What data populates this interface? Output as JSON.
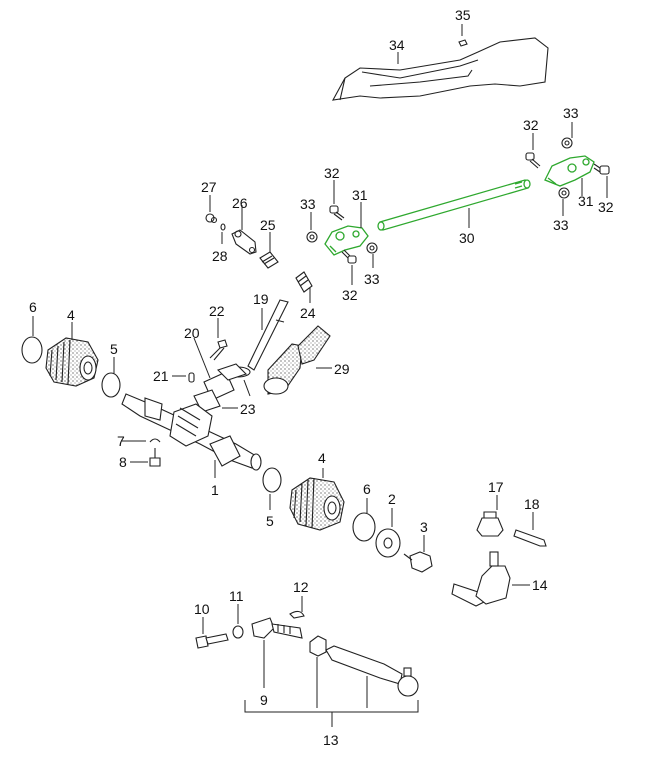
{
  "diagram": {
    "title": "Steering gear exploded parts diagram",
    "highlight_color": "#2ea82e",
    "line_color": "#222222",
    "highlighted_parts": [
      "30",
      "31"
    ],
    "callouts": [
      {
        "id": "c35",
        "number": "35"
      },
      {
        "id": "c34",
        "number": "34"
      },
      {
        "id": "c32a",
        "number": "32"
      },
      {
        "id": "c33a",
        "number": "33"
      },
      {
        "id": "c31a",
        "number": "31"
      },
      {
        "id": "c32b",
        "number": "32"
      },
      {
        "id": "c33b",
        "number": "33"
      },
      {
        "id": "c27",
        "number": "27"
      },
      {
        "id": "c26",
        "number": "26"
      },
      {
        "id": "c25",
        "number": "25"
      },
      {
        "id": "c28",
        "number": "28"
      },
      {
        "id": "c33c",
        "number": "33"
      },
      {
        "id": "c32c",
        "number": "32"
      },
      {
        "id": "c31b",
        "number": "31"
      },
      {
        "id": "c30",
        "number": "30"
      },
      {
        "id": "c33d",
        "number": "33"
      },
      {
        "id": "c32d",
        "number": "32"
      },
      {
        "id": "c24",
        "number": "24"
      },
      {
        "id": "c19",
        "number": "19"
      },
      {
        "id": "c22",
        "number": "22"
      },
      {
        "id": "c20",
        "number": "20"
      },
      {
        "id": "c21",
        "number": "21"
      },
      {
        "id": "c23",
        "number": "23"
      },
      {
        "id": "c29",
        "number": "29"
      },
      {
        "id": "c6a",
        "number": "6"
      },
      {
        "id": "c4a",
        "number": "4"
      },
      {
        "id": "c5a",
        "number": "5"
      },
      {
        "id": "c7",
        "number": "7"
      },
      {
        "id": "c8",
        "number": "8"
      },
      {
        "id": "c1",
        "number": "1"
      },
      {
        "id": "c5b",
        "number": "5"
      },
      {
        "id": "c4b",
        "number": "4"
      },
      {
        "id": "c6b",
        "number": "6"
      },
      {
        "id": "c2",
        "number": "2"
      },
      {
        "id": "c3",
        "number": "3"
      },
      {
        "id": "c17",
        "number": "17"
      },
      {
        "id": "c18",
        "number": "18"
      },
      {
        "id": "c14",
        "number": "14"
      },
      {
        "id": "c12",
        "number": "12"
      },
      {
        "id": "c10",
        "number": "10"
      },
      {
        "id": "c11",
        "number": "11"
      },
      {
        "id": "c9",
        "number": "9"
      },
      {
        "id": "c13",
        "number": "13"
      }
    ],
    "labels": {
      "c35": "35",
      "c34": "34",
      "c32a": "32",
      "c33a": "33",
      "c31a": "31",
      "c32b": "32",
      "c33b": "33",
      "c27": "27",
      "c26": "26",
      "c25": "25",
      "c28": "28",
      "c33c": "33",
      "c32c": "32",
      "c31b": "31",
      "c30": "30",
      "c33d": "33",
      "c32d": "32",
      "c24": "24",
      "c19": "19",
      "c22": "22",
      "c20": "20",
      "c21": "21",
      "c23": "23",
      "c29": "29",
      "c6a": "6",
      "c4a": "4",
      "c5a": "5",
      "c7": "7",
      "c8": "8",
      "c1": "1",
      "c5b": "5",
      "c4b": "4",
      "c6b": "6",
      "c2": "2",
      "c3": "3",
      "c17": "17",
      "c18": "18",
      "c14": "14",
      "c12": "12",
      "c10": "10",
      "c11": "11",
      "c9": "9",
      "c13": "13"
    }
  }
}
